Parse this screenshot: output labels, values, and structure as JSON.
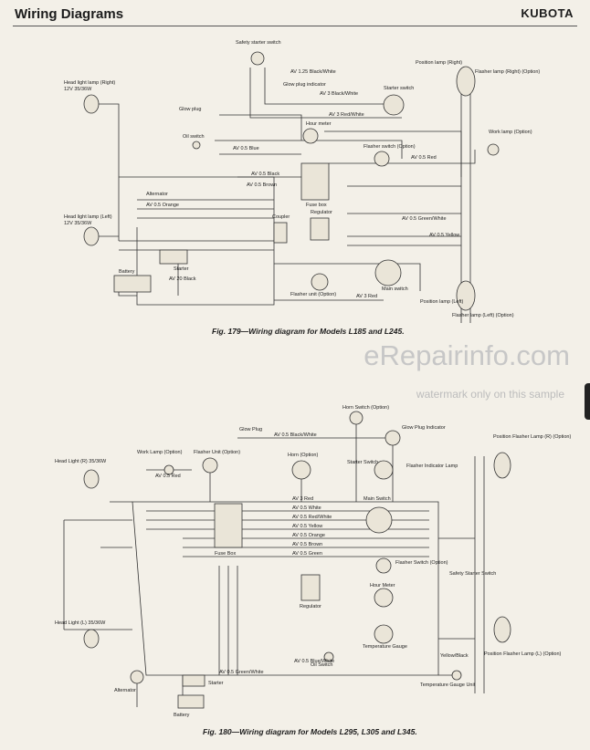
{
  "header": {
    "title": "Wiring Diagrams",
    "brand": "KUBOTA"
  },
  "diagram1": {
    "caption": "Fig. 179—Wiring diagram for Models L185 and L245.",
    "labels": {
      "safety_starter": "Safety starter switch",
      "head_right": "Head light lamp (Right)",
      "head_right_spec": "12V 35/36W",
      "head_left": "Head light lamp (Left)",
      "head_left_spec": "12V 35/36W",
      "glow_plug": "Glow plug",
      "glow_indicator": "Glow plug indicator",
      "starter_switch": "Starter switch",
      "hour_meter": "Hour meter",
      "oil_switch": "Oil switch",
      "flasher_switch": "Flasher switch (Option)",
      "position_right": "Position lamp (Right)",
      "flasher_right": "Flasher lamp (Right) (Option)",
      "work_lamp": "Work lamp (Option)",
      "alternator": "Alternator",
      "coupler": "Coupler",
      "regulator": "Regulator",
      "fuse_box": "Fuse box",
      "starter": "Starter",
      "battery": "Battery",
      "flasher_unit": "Flasher unit (Option)",
      "main_switch": "Main switch",
      "position_left": "Position lamp (Left)",
      "flasher_left": "Flasher lamp (Left) (Option)",
      "w_bw125": "AV 1.25 Black/White",
      "w_bw3": "AV 3 Black/White",
      "w_rw3": "AV 3 Red/White",
      "w_bl05": "AV 0.5 Blue",
      "w_r05": "AV 0.5 Red",
      "w_bk05": "AV 0.5 Black",
      "w_br05": "AV 0.5 Brown",
      "w_or05": "AV 0.5 Orange",
      "w_gw05": "AV 0.5 Green/White",
      "w_y05": "AV 0.5 Yellow",
      "w_bk20": "AV 20 Black",
      "w_r3": "AV 3 Red"
    }
  },
  "diagram2": {
    "caption": "Fig. 180—Wiring diagram for Models L295, L305 and L345.",
    "labels": {
      "horn_switch": "Horn Switch (Option)",
      "glow_plug": "Glow Plug",
      "glow_indicator": "Glow Plug Indicator",
      "work_lamp": "Work Lamp (Option)",
      "flasher_unit": "Flasher Unit (Option)",
      "horn": "Horn (Option)",
      "starter_switch": "Starter Switch",
      "flasher_indicator": "Flasher Indicator Lamp",
      "position_right": "Position Flasher Lamp (R) (Option)",
      "head_right": "Head Light (R) 35/36W",
      "head_left": "Head Light (L) 35/36W",
      "main_switch": "Main Switch",
      "fuse_box": "Fuse Box",
      "flasher_switch": "Flasher Switch (Option)",
      "safety_starter": "Safety Starter Switch",
      "regulator": "Regulator",
      "hour_meter": "Hour Meter",
      "temp_gauge": "Temperature Gauge",
      "oil_switch": "Oil Switch",
      "alternator": "Alternator",
      "starter": "Starter",
      "battery": "Battery",
      "temp_unit": "Temperature Gauge Unit",
      "position_left": "Position Flasher Lamp (L) (Option)",
      "yellow_black": "Yellow/Black",
      "w_bw05": "AV 0.5 Black/White",
      "w_r05": "AV 0.5 Red",
      "w_r3": "AV 3 Red",
      "w_w05": "AV 0.5 White",
      "w_rw05": "AV 0.5 Red/White",
      "w_y05": "AV 0.5 Yellow",
      "w_or05": "AV 0.5 Orange",
      "w_br05": "AV 0.5 Brown",
      "w_g05": "AV 0.5 Green",
      "w_gw05": "AV 0.5 Green/White",
      "w_bl05": "AV 0.5 Blue/White"
    }
  },
  "watermark": {
    "brand": "eRepairinfo.com",
    "note": "watermark only on this sample"
  }
}
